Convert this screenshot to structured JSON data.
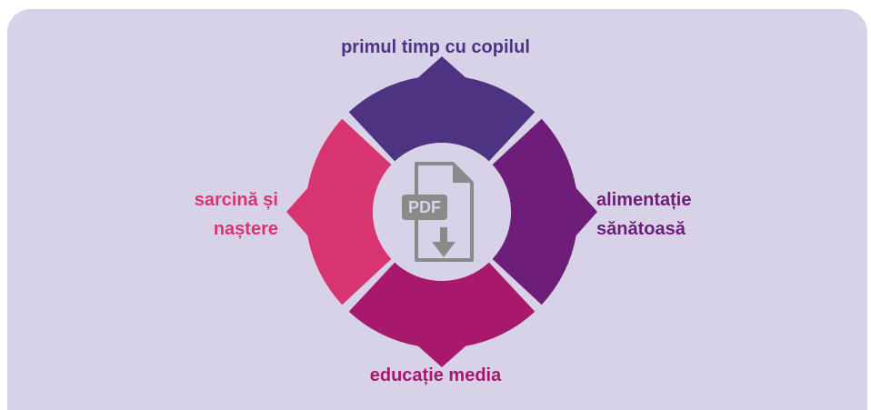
{
  "diagram": {
    "segments": [
      {
        "id": "top",
        "lines": [
          "primul timp cu copilul"
        ],
        "color": "#4e3383"
      },
      {
        "id": "right",
        "lines": [
          "alimentație",
          "sănătoasă"
        ],
        "color": "#6e1e78"
      },
      {
        "id": "bottom",
        "lines": [
          "educație media"
        ],
        "color": "#a8196e"
      },
      {
        "id": "left",
        "lines": [
          "sarcină și",
          "naștere"
        ],
        "color": "#d8346f"
      }
    ],
    "center_icon": {
      "name": "pdf-download-icon",
      "label": "PDF",
      "color": "#8a8a8a"
    },
    "colors": {
      "background": "#d7d2e8",
      "center": "#d7d2e8",
      "gap": "#ffffff"
    }
  }
}
